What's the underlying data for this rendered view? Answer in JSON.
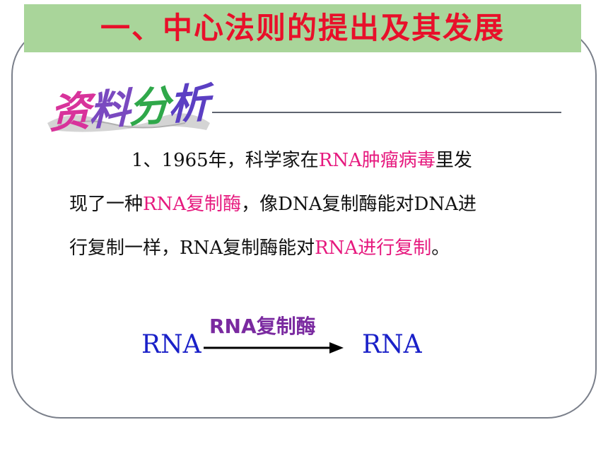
{
  "slide": {
    "title": "一、中心法则的提出及其发展",
    "section_label_chars": [
      "资",
      "料",
      "分",
      "析"
    ],
    "paragraph": {
      "line1": [
        {
          "text": "1、1965年，科学家在",
          "highlight": false
        },
        {
          "text": "RNA肿瘤病毒",
          "highlight": true
        },
        {
          "text": "里发",
          "highlight": false
        }
      ],
      "line2": [
        {
          "text": "现了一种",
          "highlight": false
        },
        {
          "text": "RNA复制酶",
          "highlight": true
        },
        {
          "text": "，像DNA复制酶能对DNA进",
          "highlight": false
        }
      ],
      "line3": [
        {
          "text": "行复制一样，RNA复制酶能对",
          "highlight": false
        },
        {
          "text": "RNA进行复制",
          "highlight": true
        },
        {
          "text": "。",
          "highlight": false
        }
      ]
    },
    "diagram": {
      "left": "RNA",
      "enzyme": "RNA复制酶",
      "right": "RNA"
    }
  },
  "colors": {
    "title_bar_bg": "#a9d59a",
    "title_text": "#e8102a",
    "highlight": "#e6197e",
    "rna_text": "#1a20c8",
    "enzyme_text": "#7a2aa0"
  }
}
